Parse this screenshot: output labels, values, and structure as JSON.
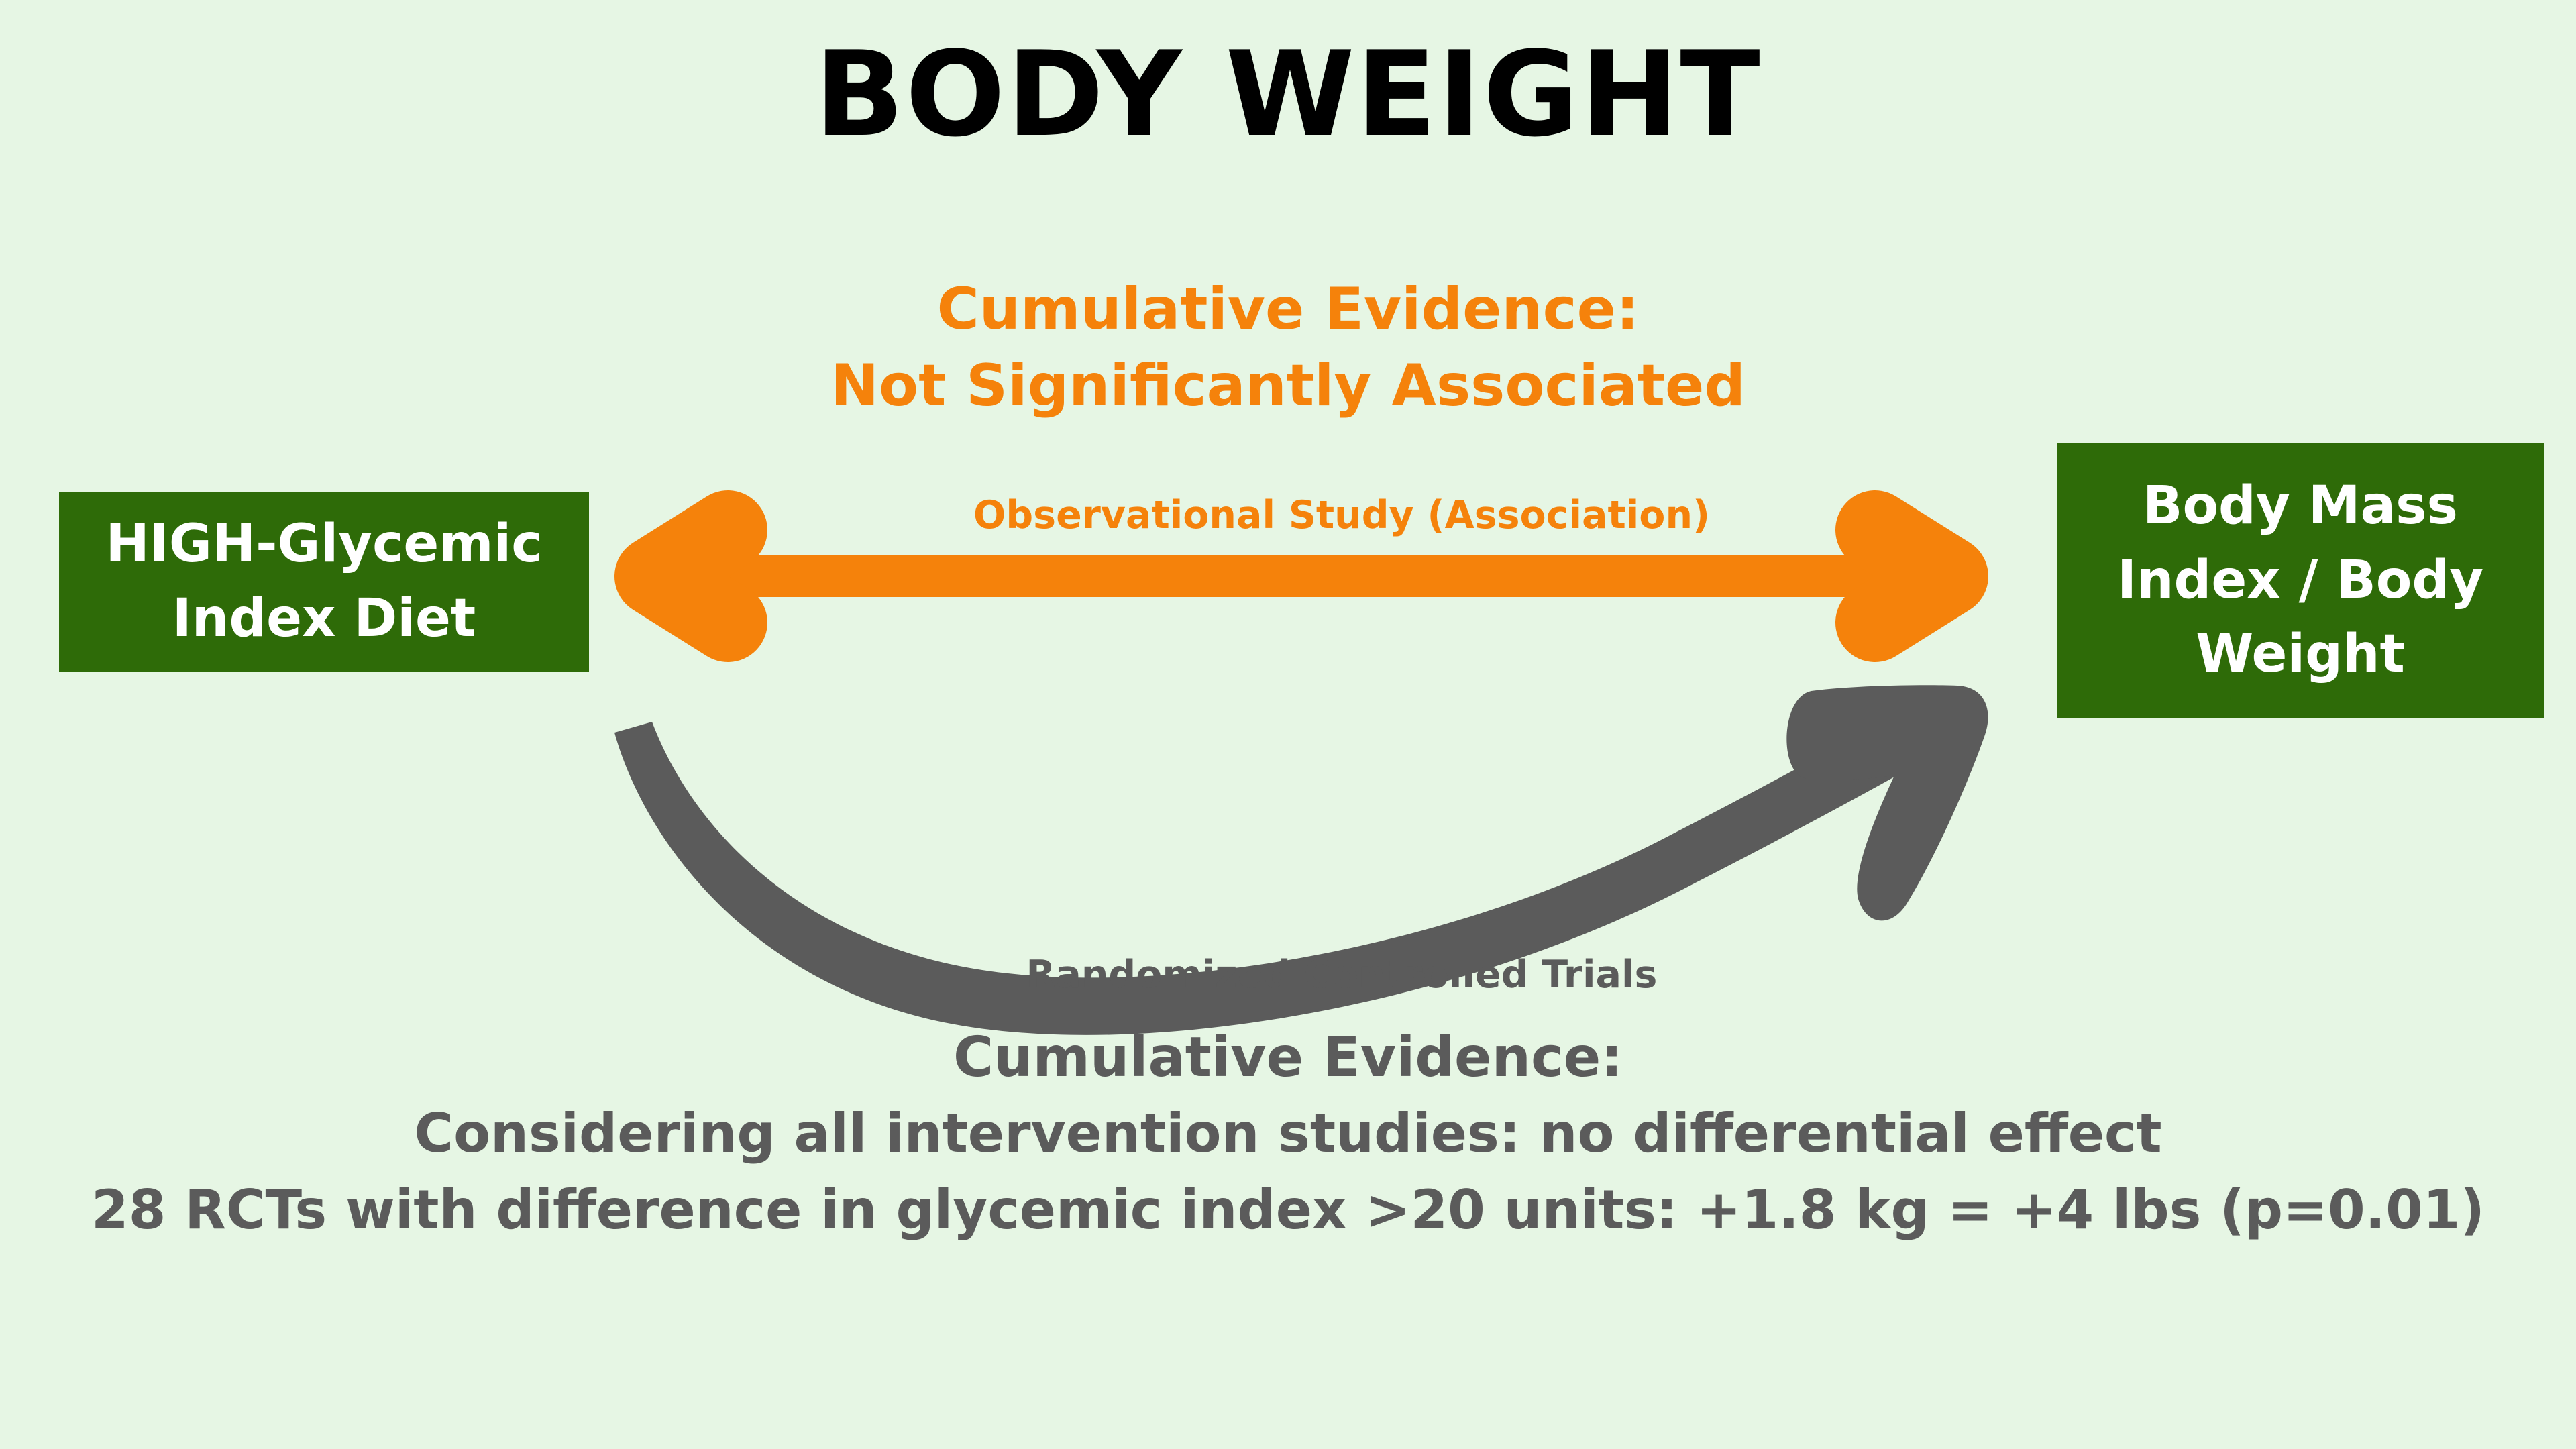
{
  "slide": {
    "background_color": "#e6f6e4",
    "title": "BODY WEIGHT"
  },
  "colors": {
    "background": "#e6f6e4",
    "title_text": "#000000",
    "orange_accent": "#f5820b",
    "gray_accent": "#5b5b5b",
    "box_green": "#2e6b08",
    "box_text": "#ffffff"
  },
  "observational": {
    "heading_line1": "Cumulative Evidence:",
    "heading_line2": "Not Significantly Associated",
    "arrow_label": "Observational Study (Association)",
    "arrow_color": "#f5820b",
    "arrow_direction": "bidirectional"
  },
  "exposure_box": {
    "line1": "HIGH-Glycemic",
    "line2": "Index Diet"
  },
  "outcome_box": {
    "line1": "Body Mass",
    "line2": "Index / Body",
    "line3": "Weight"
  },
  "rct": {
    "arrow_label": "Randomized Controlled Trials",
    "arrow_color": "#5b5b5b",
    "arrow_direction": "left-to-right-curved",
    "heading": "Cumulative Evidence:",
    "body_line1": "Considering all intervention studies: no differential effect",
    "body_line2": "28 RCTs with difference in glycemic index >20 units: +1.8 kg = +4 lbs (p=0.01)"
  },
  "findings": {
    "rct_count": "28",
    "gi_difference_threshold": "&gt;20 units",
    "weight_change_kg": "+1.8 kg",
    "weight_change_lbs": "+4 lbs",
    "p_value": "p=0.01"
  }
}
